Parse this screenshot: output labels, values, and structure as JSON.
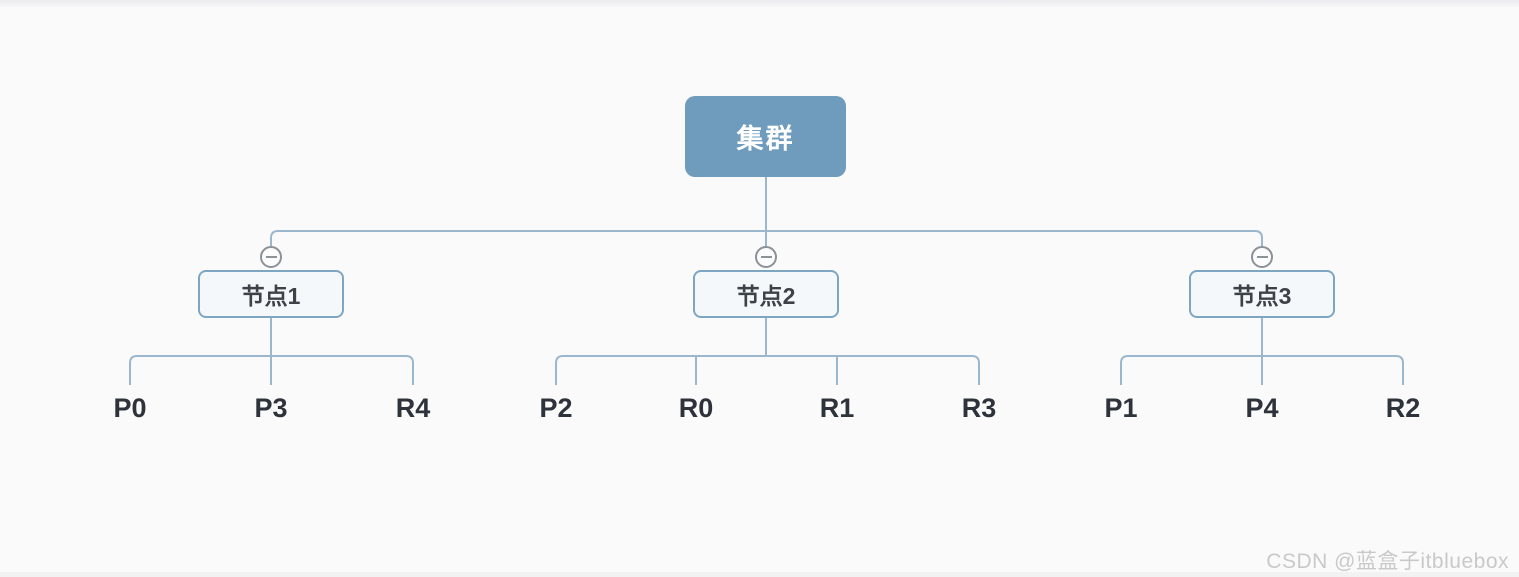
{
  "page": {
    "background": "#fafafa",
    "watermark": "CSDN @蓝盒子itbluebox"
  },
  "diagram": {
    "type": "tree",
    "root": {
      "label": "集群"
    },
    "nodes": [
      {
        "label": "节点1",
        "children": [
          "P0",
          "P3",
          "R4"
        ]
      },
      {
        "label": "节点2",
        "children": [
          "P2",
          "R0",
          "R1",
          "R3"
        ]
      },
      {
        "label": "节点3",
        "children": [
          "P1",
          "P4",
          "R2"
        ]
      }
    ],
    "collapse_icon": "minus-circle",
    "colors": {
      "background": "#fafafa",
      "root_fill": "#6f9cbd",
      "root_text": "#ffffff",
      "node_fill": "#f4f8fb",
      "node_border": "#7ea6c2",
      "node_text": "#3c4248",
      "line": "#9bb7ce",
      "collapse": "#8b9298",
      "leaf_text": "#2d323b",
      "watermark_text": "#c9c9c9"
    }
  }
}
